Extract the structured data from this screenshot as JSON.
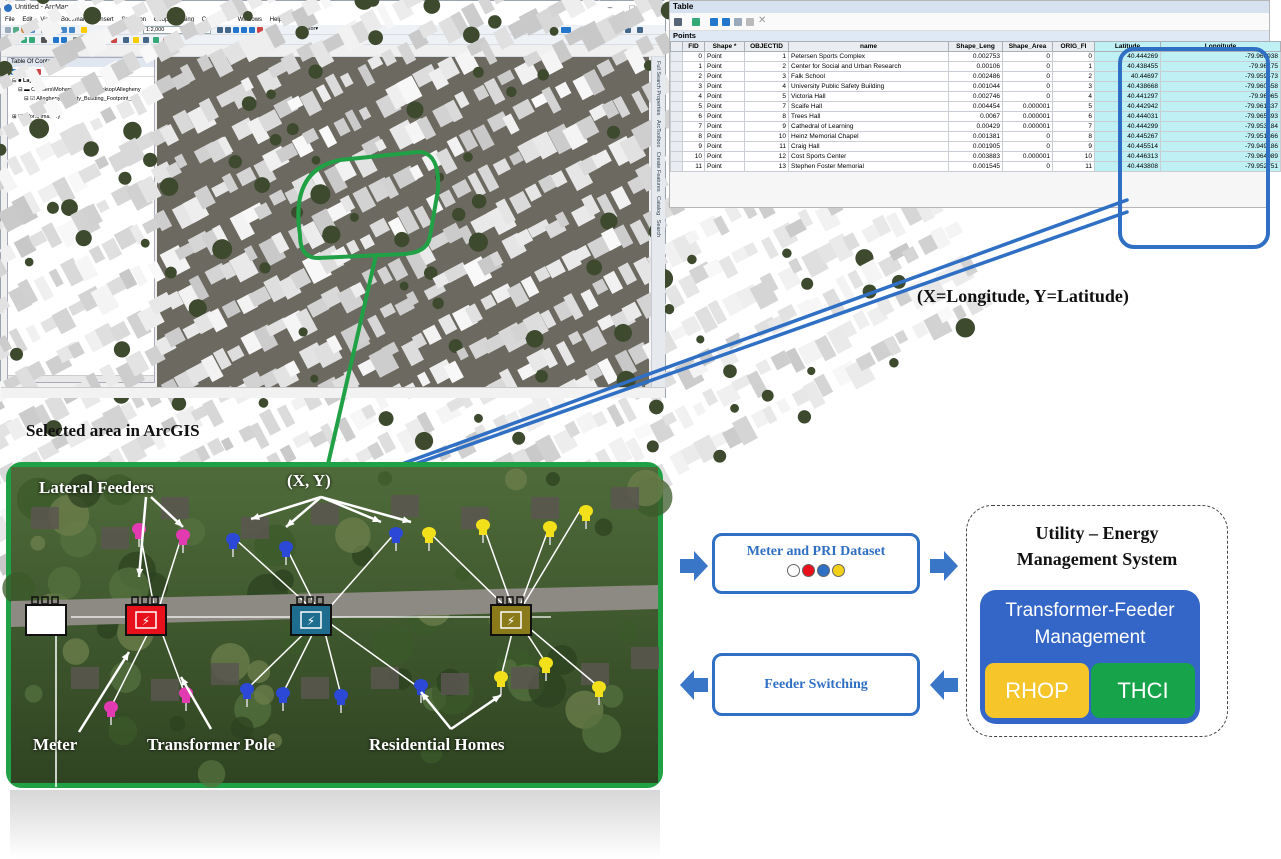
{
  "arcmap": {
    "title": "Untitled - ArcMap",
    "window_controls": [
      "–",
      "□",
      "×"
    ],
    "menu": [
      "File",
      "Edit",
      "View",
      "Bookmarks",
      "Insert",
      "Selection",
      "Geoprocessing",
      "Customize",
      "Windows",
      "Help"
    ],
    "scale": "1:2,000",
    "editor_label": "Editor▾",
    "toc_title": "Table Of Contents",
    "toc_items": [
      "Layers",
      "C:\\Users\\Mohammadzadi\\Desktop\\Allegheny",
      "Allegheny_County_Building_Footprint_Loc",
      "World Imagery"
    ],
    "right_tabs": [
      "Full Search Properties",
      "ArcToolbox",
      "Create Features",
      "Catalog",
      "Search"
    ]
  },
  "table": {
    "window_title": "Table",
    "tab_title": "Points",
    "columns": [
      "FID",
      "Shape *",
      "OBJECTID",
      "name",
      "Shape_Leng",
      "Shape_Area",
      "ORIG_FI",
      "Latitude",
      "Longitude"
    ],
    "rows": [
      [
        "0",
        "Point",
        "1",
        "Petersen Sports Complex",
        "0.002753",
        "0",
        "0",
        "40.444269",
        "-79.966938"
      ],
      [
        "1",
        "Point",
        "2",
        "Center for Social and Urban Research",
        "0.00106",
        "0",
        "1",
        "40.438455",
        "-79.96175"
      ],
      [
        "2",
        "Point",
        "3",
        "Falk School",
        "0.002486",
        "0",
        "2",
        "40.44697",
        "-79.959473"
      ],
      [
        "3",
        "Point",
        "4",
        "University Public Safety Building",
        "0.001044",
        "0",
        "3",
        "40.438668",
        "-79.960658"
      ],
      [
        "4",
        "Point",
        "5",
        "Victoria Hall",
        "0.002746",
        "0",
        "4",
        "40.441297",
        "-79.96065"
      ],
      [
        "5",
        "Point",
        "7",
        "Scaife Hall",
        "0.004454",
        "0.000001",
        "5",
        "40.442942",
        "-79.961337"
      ],
      [
        "6",
        "Point",
        "8",
        "Trees Hall",
        "0.0067",
        "0.000001",
        "6",
        "40.444031",
        "-79.965393"
      ],
      [
        "7",
        "Point",
        "9",
        "Cathedral of Learning",
        "0.00429",
        "0.000001",
        "7",
        "40.444299",
        "-79.953184"
      ],
      [
        "8",
        "Point",
        "10",
        "Heinz Memorial Chapel",
        "0.001381",
        "0",
        "8",
        "40.445267",
        "-79.951866"
      ],
      [
        "9",
        "Point",
        "11",
        "Craig Hall",
        "0.001905",
        "0",
        "9",
        "40.445514",
        "-79.949186"
      ],
      [
        "10",
        "Point",
        "12",
        "Cost Sports Center",
        "0.003883",
        "0.000001",
        "10",
        "40.446313",
        "-79.964089"
      ],
      [
        "11",
        "Point",
        "13",
        "Stephen Foster Memorial",
        "0.001545",
        "0",
        "11",
        "40.443808",
        "-79.952751"
      ]
    ]
  },
  "labels": {
    "xy_note": "(X=Longitude, Y=Latitude)",
    "selected_area": "Selected area in ArcGIS",
    "lateral_feeders": "Lateral Feeders",
    "xy": "(X, Y)",
    "meter": "Meter",
    "transformer_pole": "Transformer Pole",
    "residential_homes": "Residential Homes"
  },
  "flow": {
    "meter_dataset": "Meter and PRI Dataset",
    "dataset_dots": [
      "#ffffff",
      "#e8101a",
      "#2f6fc4",
      "#f2d019"
    ],
    "feeder_switching": "Feeder Switching",
    "ems_title_line1": "Utility – Energy",
    "ems_title_line2": "Management System",
    "tfm_line1": "Transformer-Feeder",
    "tfm_line2": "Management",
    "rhop": "RHOP",
    "thci": "THCI"
  },
  "colors": {
    "accent_blue": "#2f6fc4",
    "panel_green": "#21a145",
    "rhop_yellow": "#f5c52a",
    "thci_green": "#17a34a",
    "tfm_blue": "#3466c8",
    "pin_magenta": "#e23ab0",
    "pin_blue": "#2b48d6",
    "pin_yellow": "#f2e11a"
  },
  "icons": [
    "arcmap-logo-icon",
    "transformer-icon",
    "push-pin-icon",
    "arrow-right-icon",
    "arrow-left-icon"
  ]
}
